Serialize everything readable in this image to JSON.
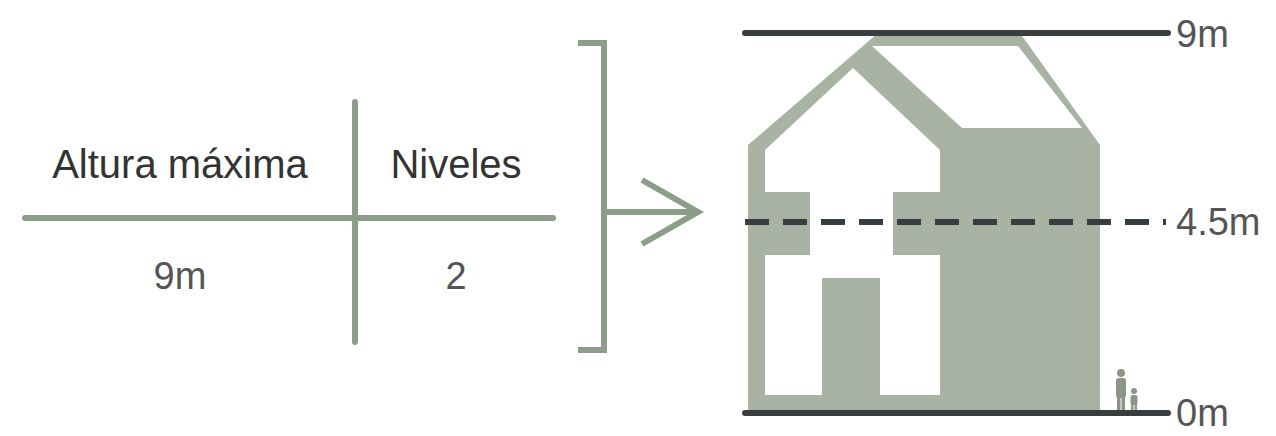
{
  "diagram": {
    "labels": [
      "Altura máxima",
      "Niveles",
      "9m",
      "2",
      "9m",
      "4.5m",
      "0m"
    ]
  }
}
